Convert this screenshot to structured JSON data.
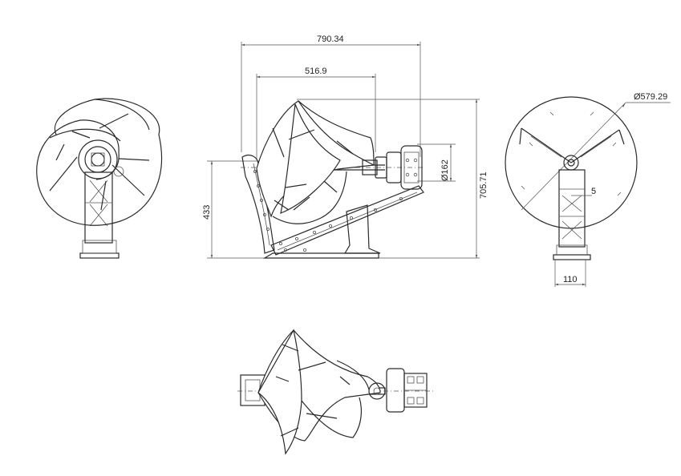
{
  "drawing": {
    "colors": {
      "line": "#2a2a2a",
      "dimension": "#555555",
      "background": "#ffffff"
    },
    "dimensions": {
      "overall_width": "790.34",
      "rotor_width": "516.9",
      "overall_height": "705.71",
      "hub_height": "433",
      "hub_diameter": "Ø162",
      "rotor_diameter": "Ø579.29",
      "gap": "5",
      "base_width": "110"
    },
    "views": [
      "rear-view",
      "side-view",
      "front-view",
      "top-view"
    ]
  }
}
